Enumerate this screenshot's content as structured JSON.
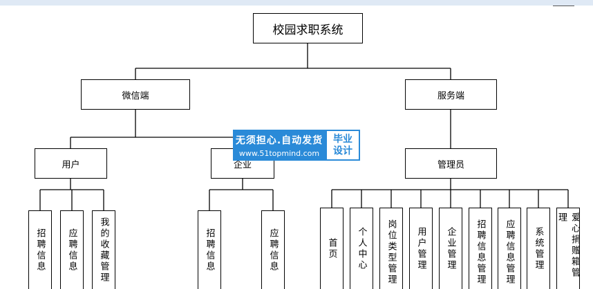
{
  "root": "校园求职系统",
  "wechat": {
    "label": "微信端",
    "user": {
      "label": "用户",
      "children": [
        "招聘信息",
        "应聘信息",
        "我的收藏管理"
      ]
    },
    "company": {
      "label": "企业",
      "children": [
        "招聘信息",
        "应聘信息"
      ]
    }
  },
  "server": {
    "label": "服务端",
    "admin": {
      "label": "管理员",
      "children": [
        "首页",
        "个人中心",
        "岗位类型管理",
        "用户管理",
        "企业管理",
        "招聘信息管理",
        "应聘信息管理",
        "系统管理",
        "爱心捐赠箱管理"
      ]
    }
  },
  "watermark": {
    "line1": "无须担心.自动发货",
    "line2": "www.51topmind.com",
    "badge_top": "毕业",
    "badge_bottom": "设计"
  },
  "colors": {
    "watermark": "#2a8ad8",
    "topbar": "#dfe9f5"
  }
}
